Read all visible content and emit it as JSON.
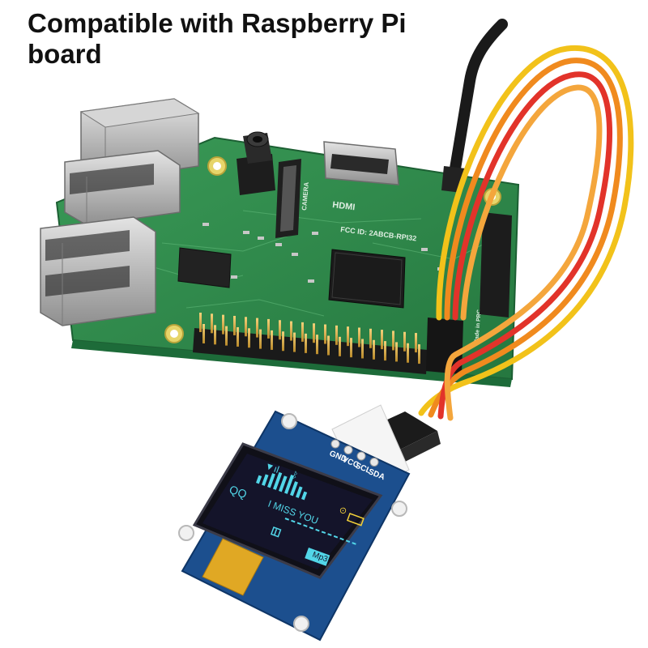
{
  "title": "Compatible with Raspberry Pi board",
  "board": {
    "hdmi_label": "HDMI",
    "camera_label": "CAMERA",
    "fcc_label": "FCC ID: 2ABCB-RPI32",
    "made_in_label": "Made in PRC"
  },
  "oled_module": {
    "pins": [
      "GND",
      "VCC",
      "SCL",
      "SDA"
    ],
    "screen": {
      "left_text": "QQ",
      "song_text": "I MISS YOU",
      "mode_badge": "Mp3"
    }
  },
  "colors": {
    "pcb": "#2f8a4c",
    "oled_pcb": "#1c4f8e",
    "wire_yellow": "#f2c21a",
    "wire_orange": "#f08a1e",
    "wire_red": "#e2332a",
    "wire_brown": "#f4a63c",
    "oled_cyan": "#52d6e8",
    "oled_yellow": "#f3d23a"
  }
}
